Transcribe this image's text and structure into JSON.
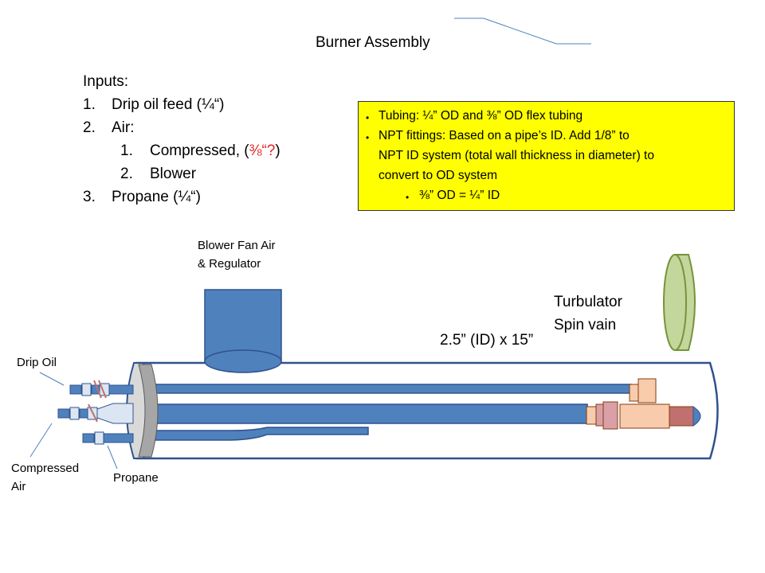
{
  "title": "Burner Assembly",
  "inputs": {
    "heading": "Inputs:",
    "items": [
      {
        "num": "1.",
        "text": "Drip oil feed (¼“)"
      },
      {
        "num": "2.",
        "text": "Air:"
      },
      {
        "num": "1.",
        "text_pre": "Compressed, (",
        "text_red": "⅜“?",
        "text_post": ")"
      },
      {
        "num": "2.",
        "text": "Blower"
      },
      {
        "num": "3.",
        "text": "Propane (¼“)"
      }
    ]
  },
  "note": {
    "bullets": [
      "Tubing: ¼” OD and ⅜” OD flex tubing",
      "NPT fittings: Based on a pipe’s ID.  Add 1/8” to",
      "NPT ID system (total wall thickness in diameter) to",
      "convert to OD system",
      "⅜” OD = ¼” ID"
    ]
  },
  "labels": {
    "blower_line1": "Blower Fan Air",
    "blower_line2": "& Regulator",
    "turbulator_line1": "Turbulator",
    "turbulator_line2": "Spin vain",
    "dimension": "2.5” (ID) x 15”",
    "drip_oil": "Drip Oil",
    "compressed_line1": "Compressed",
    "compressed_line2": "Air",
    "propane": "Propane"
  },
  "colors": {
    "tube_blue": "#4f81bd",
    "outline_blue": "#2f528f",
    "flange_gray": "#a6a6a6",
    "turbulator_green": "#c3d69b",
    "turbulator_edge": "#77933c",
    "fitting_peach": "#f8cbad",
    "fitting_pink": "#d9a0a8",
    "fitting_rose": "#c0706f",
    "note_yellow": "#ffff00"
  }
}
